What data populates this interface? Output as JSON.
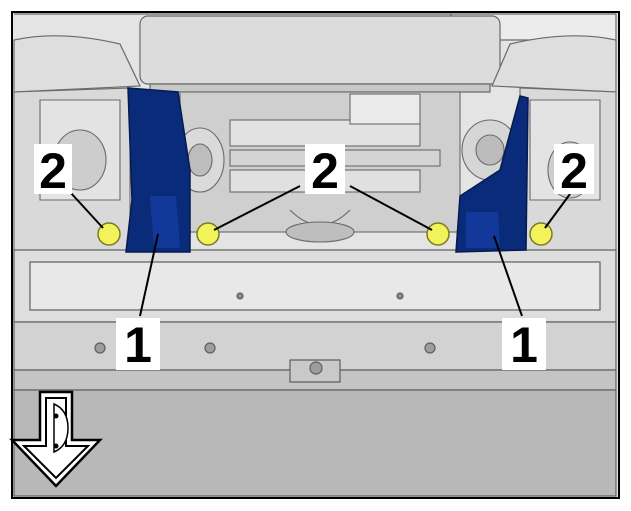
{
  "callouts": {
    "bracket_left_label": "1",
    "bracket_right_label": "1",
    "bolt_outer_left_label": "2",
    "bolt_center_label": "2",
    "bolt_outer_right_label": "2"
  },
  "icons": {
    "direction_arrow": "travel-direction-arrow-icon",
    "bolt": "bolt-icon",
    "bracket": "bracket-icon"
  },
  "colors": {
    "bracket_fill": "#0a2a7a",
    "bolt_fill": "#f2f25a",
    "line_work": "#1a1a1a",
    "frame_background": "#e6e6e6"
  }
}
